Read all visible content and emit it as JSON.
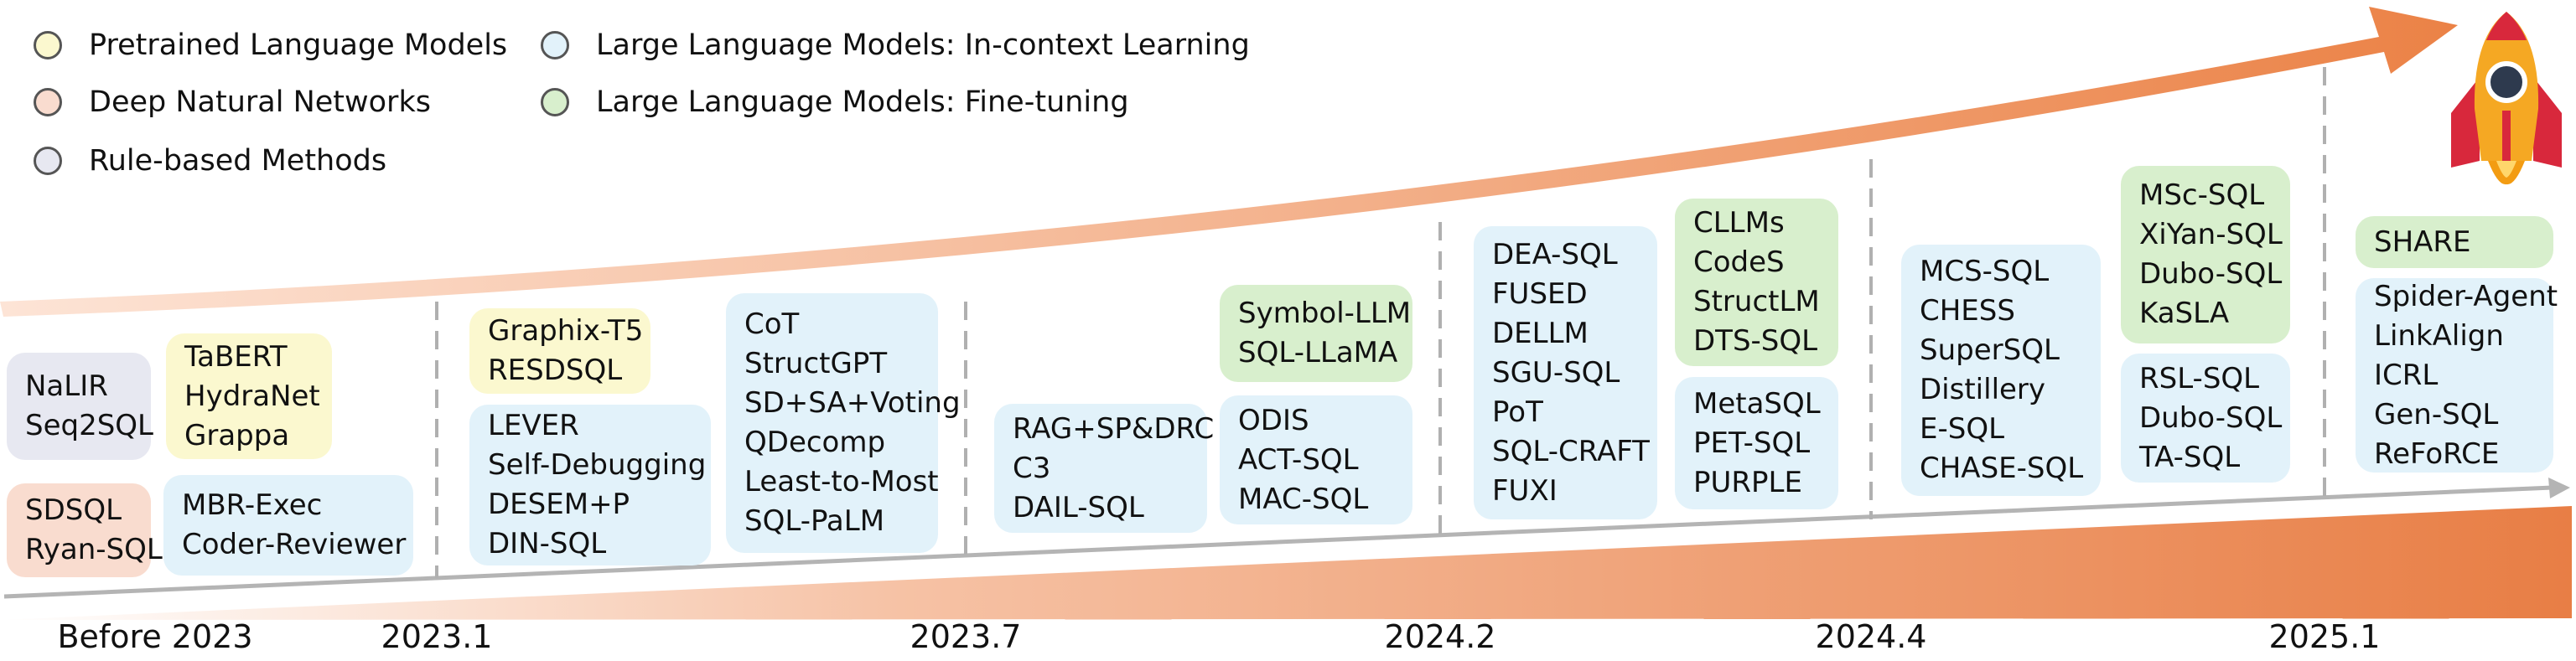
{
  "legend": [
    {
      "label": "Pretrained Language Models",
      "color": "#fbf8cf"
    },
    {
      "label": "Large Language Models: In-context Learning",
      "color": "#e2f2fa"
    },
    {
      "label": "Deep Natural Networks",
      "color": "#f9dccf"
    },
    {
      "label": "Large Language Models: Fine-tuning",
      "color": "#d8efcd"
    },
    {
      "label": "Rule-based Methods",
      "color": "#e7e8f1"
    }
  ],
  "boxes": [
    {
      "category": "rule",
      "items": [
        "NaLIR",
        "Seq2SQL"
      ]
    },
    {
      "category": "plm",
      "items": [
        "TaBERT",
        "HydraNet",
        "Grappa"
      ]
    },
    {
      "category": "dnn",
      "items": [
        "SDSQL",
        "Ryan-SQL"
      ]
    },
    {
      "category": "icl",
      "items": [
        "MBR-Exec",
        "Coder-Reviewer"
      ]
    },
    {
      "category": "plm",
      "items": [
        "Graphix-T5",
        "RESDSQL"
      ]
    },
    {
      "category": "icl",
      "items": [
        "LEVER",
        "Self-Debugging",
        "DESEM+P",
        "DIN-SQL"
      ]
    },
    {
      "category": "icl",
      "items": [
        "CoT",
        "StructGPT",
        "SD+SA+Voting",
        "QDecomp",
        "Least-to-Most",
        "SQL-PaLM"
      ]
    },
    {
      "category": "icl",
      "items": [
        "RAG+SP&DRC",
        "C3",
        "DAIL-SQL"
      ]
    },
    {
      "category": "ft",
      "items": [
        "Symbol-LLM",
        "SQL-LLaMA"
      ]
    },
    {
      "category": "icl",
      "items": [
        "ODIS",
        "ACT-SQL",
        "MAC-SQL"
      ]
    },
    {
      "category": "icl",
      "items": [
        "DEA-SQL",
        "FUSED",
        "DELLM",
        "SGU-SQL",
        "PoT",
        "SQL-CRAFT",
        "FUXI"
      ]
    },
    {
      "category": "ft",
      "items": [
        "CLLMs",
        "CodeS",
        "StructLM",
        "DTS-SQL"
      ]
    },
    {
      "category": "icl",
      "items": [
        "MetaSQL",
        "PET-SQL",
        "PURPLE"
      ]
    },
    {
      "category": "icl",
      "items": [
        "MCS-SQL",
        "CHESS",
        "SuperSQL",
        "Distillery",
        "E-SQL",
        "CHASE-SQL"
      ]
    },
    {
      "category": "ft",
      "items": [
        "MSc-SQL",
        "XiYan-SQL",
        "Dubo-SQL",
        "KaSLA"
      ]
    },
    {
      "category": "icl",
      "items": [
        "RSL-SQL",
        "Dubo-SQL",
        "TA-SQL"
      ]
    },
    {
      "category": "ft",
      "items": [
        "SHARE"
      ]
    },
    {
      "category": "icl",
      "items": [
        "Spider-Agent",
        "LinkAlign",
        "ICRL",
        "Gen-SQL",
        "ReFoRCE"
      ]
    }
  ],
  "timeline": [
    "Before 2023",
    "2023.1",
    "2023.7",
    "2024.2",
    "2024.4",
    "2025.1"
  ],
  "colors": {
    "plm": "#fbf8cf",
    "dnn": "#f9dccf",
    "rule": "#e7e8f1",
    "icl": "#e2f2fa",
    "ft": "#d8efcd",
    "arrow": "#eb8a52",
    "axis": "#b4b4b4",
    "divider": "#b0b0b0"
  },
  "icons": [
    "rocket-icon"
  ]
}
